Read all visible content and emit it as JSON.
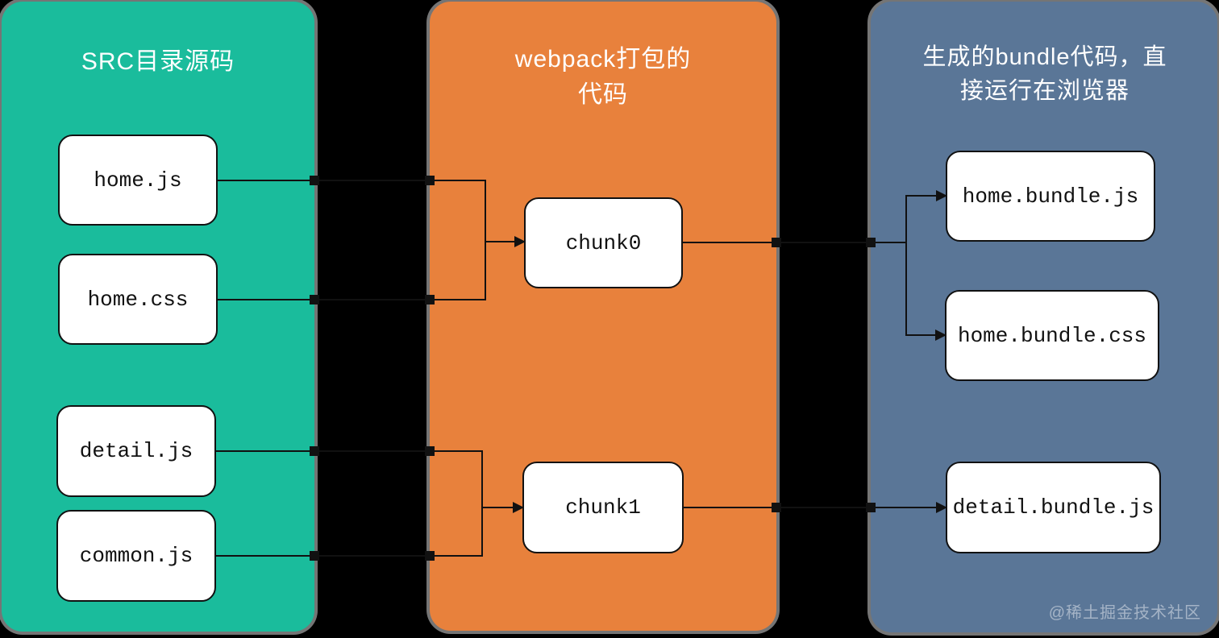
{
  "diagram": {
    "columns": [
      {
        "title": "SRC目录源码",
        "color": "#1abc9c",
        "nodes": [
          {
            "label": "home.js"
          },
          {
            "label": "home.css"
          },
          {
            "label": "detail.js"
          },
          {
            "label": "common.js"
          }
        ]
      },
      {
        "title": "webpack打包的代码",
        "color": "#e8813c",
        "nodes": [
          {
            "label": "chunk0"
          },
          {
            "label": "chunk1"
          }
        ]
      },
      {
        "title": "生成的bundle代码，直接运行在浏览器",
        "color": "#5a7697",
        "nodes": [
          {
            "label": "home.bundle.js"
          },
          {
            "label": "home.bundle.css"
          },
          {
            "label": "detail.bundle.js"
          }
        ]
      }
    ],
    "edges": [
      {
        "from": "home.js",
        "to": "chunk0"
      },
      {
        "from": "home.css",
        "to": "chunk0"
      },
      {
        "from": "detail.js",
        "to": "chunk1"
      },
      {
        "from": "common.js",
        "to": "chunk1"
      },
      {
        "from": "chunk0",
        "to": "home.bundle.js"
      },
      {
        "from": "chunk0",
        "to": "home.bundle.css"
      },
      {
        "from": "chunk1",
        "to": "detail.bundle.js"
      }
    ],
    "line_color": "#111111",
    "watermark": "@稀土掘金技术社区"
  }
}
